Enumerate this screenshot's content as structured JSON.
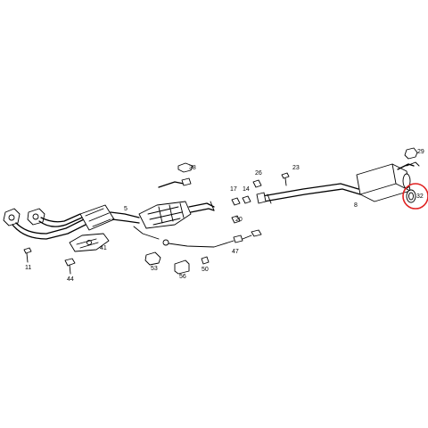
{
  "parts": {
    "p5": "5",
    "p8": "8",
    "p11": "11",
    "p14": "14",
    "p17": "17",
    "p20": "20",
    "p23": "23",
    "p26": "26",
    "p29": "29",
    "p32": "32",
    "p38": "38",
    "p41": "41",
    "p44": "44",
    "p47": "47",
    "p50": "50",
    "p53": "53",
    "p56": "56"
  },
  "highlight": {
    "part": "32",
    "color": "#e02020"
  }
}
